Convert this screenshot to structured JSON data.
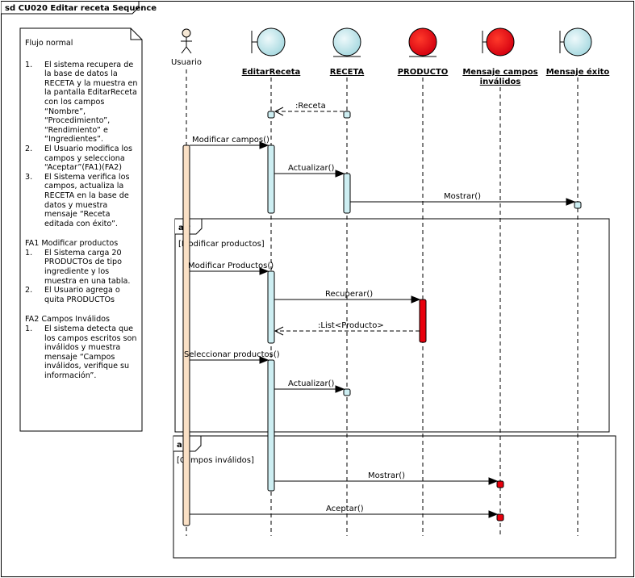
{
  "frame": {
    "title": "sd CU020 Editar receta Sequence"
  },
  "note": {
    "flujo_title": "Flujo normal",
    "flujo_items": [
      "El sistema recupera de la base de datos la RECETA y la muestra en la pantalla EditarReceta con los campos “Nombre”, “Procedimiento”, “Rendimiento” e “Ingredientes”.",
      "El Usuario modifica los campos y selecciona “Aceptar”(FA1)(FA2)",
      "El Sistema verifica los campos, actualiza la RECETA en la base de datos y muestra mensaje “Receta editada con éxito”."
    ],
    "fa1_title": "FA1 Modificar productos",
    "fa1_items": [
      "El Sistema carga 20 PRODUCTOs de tipo ingrediente y los muestra en una tabla.",
      "El Usuario agrega o quita PRODUCTOs"
    ],
    "fa2_title": "FA2 Campos Inválidos",
    "fa2_items": [
      "El sistema detecta que los campos escritos son inválidos y muestra mensaje “Campos inválidos, verifique su información”."
    ],
    "item_numbers": [
      "1.",
      "2.",
      "3."
    ]
  },
  "lifelines": {
    "usuario": "Usuario",
    "editar_receta": "EditarReceta",
    "receta": "RECETA",
    "producto": "PRODUCTO",
    "mensaje_campos_line1": "Mensaje campos",
    "mensaje_campos_line2": "inválidos",
    "mensaje_exito": "Mensaje éxito"
  },
  "messages": {
    "receta_return": ":Receta",
    "modificar_campos": "Modificar campos()",
    "actualizar_1": "Actualizar()",
    "mostrar_1": "Mostrar()",
    "modificar_productos": "Modificar Productos()",
    "recuperar": "Recuperar()",
    "list_producto": ":List<Producto>",
    "seleccionar_productos": "Seleccionar productos()",
    "actualizar_2": "Actualizar()",
    "mostrar_2": "Mostrar()",
    "aceptar": "Aceptar()"
  },
  "fragments": {
    "alt1_keyword": "alt",
    "alt1_guard": "[Modificar productos]",
    "alt2_keyword": "alt",
    "alt2_guard": "[Campos inválidos]"
  },
  "colors": {
    "boundary_fill": "#bfe3e8",
    "entity_red": "#e8000d",
    "activation_cyan": "#cdeef2",
    "activation_user": "#fae0c5",
    "stroke": "#000000"
  }
}
